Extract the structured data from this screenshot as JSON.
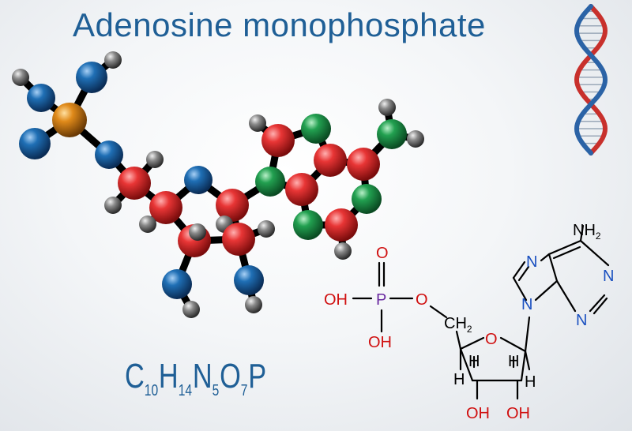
{
  "title": "Adenosine monophosphate",
  "formula": [
    {
      "el": "C",
      "n": "10"
    },
    {
      "el": "H",
      "n": "14"
    },
    {
      "el": "N",
      "n": "5"
    },
    {
      "el": "O",
      "n": "7"
    },
    {
      "el": "P",
      "n": ""
    }
  ],
  "atom_colors": {
    "oxygen": "#d62a2a",
    "nitrogen": "#1e9a4a",
    "carbon_blue": "#1f6fb5",
    "phosphorus": "#e08a1a",
    "hydrogen": "#8a8a8a",
    "dna_red": "#c8302c",
    "dna_blue": "#2b63a6",
    "skeletal_red": "#d01010",
    "skeletal_blue": "#1a50c0",
    "skeletal_purple": "#6a2aa0"
  },
  "structure_labels": {
    "oh_left": "OH",
    "p": "P",
    "o_top": "O",
    "o_right": "O",
    "oh_bottom": "OH",
    "ch2": "CH",
    "ch2_sub": "2",
    "ring_o": "O",
    "h": "H",
    "oh": "OH",
    "n": "N",
    "nh2": "NH",
    "nh2_sub": "2"
  }
}
